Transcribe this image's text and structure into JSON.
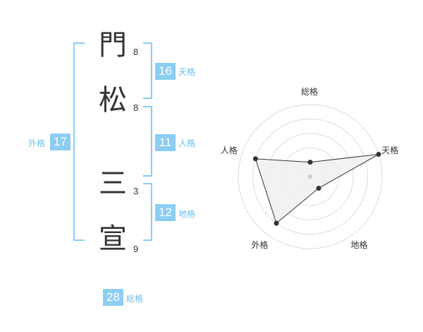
{
  "name": {
    "chars": [
      {
        "char": "門",
        "strokes": "8"
      },
      {
        "char": "松",
        "strokes": "8"
      },
      {
        "char": "三",
        "strokes": "3"
      },
      {
        "char": "宣",
        "strokes": "9"
      }
    ]
  },
  "kaku": {
    "tenkaku": {
      "value": "16",
      "label": "天格"
    },
    "jinkaku": {
      "value": "11",
      "label": "人格"
    },
    "chikaku": {
      "value": "12",
      "label": "地格"
    },
    "gaikaku": {
      "value": "17",
      "label": "外格"
    },
    "soukaku": {
      "value": "28",
      "label": "総格"
    }
  },
  "chart_data": {
    "type": "radar",
    "axes": [
      "総格",
      "天格",
      "地格",
      "外格",
      "人格"
    ],
    "values": [
      1,
      5,
      1,
      4,
      4
    ],
    "max": 5,
    "rings": 5,
    "colors": {
      "grid": "#dddddd",
      "fill": "#f0f0f0",
      "line": "#333333",
      "point": "#333333",
      "center": "#cccccc"
    }
  }
}
